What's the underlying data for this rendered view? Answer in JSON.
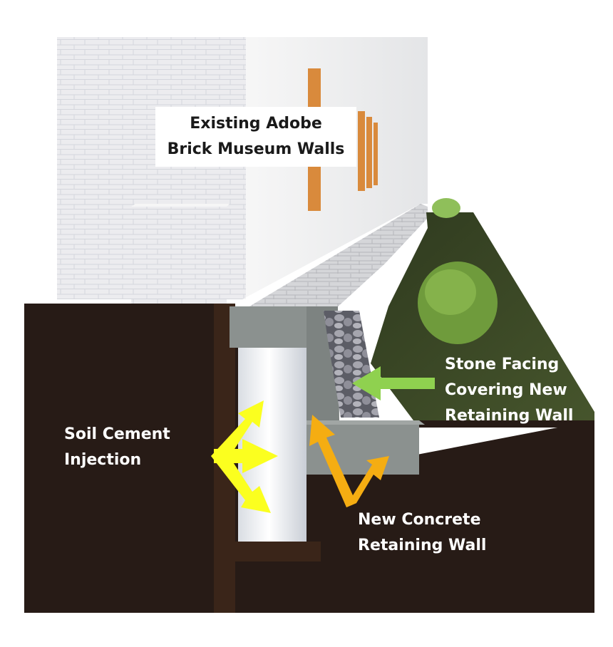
{
  "labels": {
    "adobe_walls": [
      "Existing Adobe",
      "Brick Museum Walls"
    ],
    "soil_cement": [
      "Soil Cement",
      "Injection"
    ],
    "stone_facing": [
      "Stone Facing",
      "Covering New",
      "Retaining Wall"
    ],
    "concrete_wall": [
      "New Concrete",
      "Retaining Wall"
    ]
  },
  "colors": {
    "soil": "#271b16",
    "adobe_wall": "#eeeeee",
    "concrete": "#8b918f",
    "soil_cement_column": "#f4f6f8",
    "stone_facing": "#8c8c96",
    "grass": "#3c4828",
    "shrub": "#6f9b3c",
    "window": "#d98a3c",
    "arrow_yellow": "#fbff1f",
    "arrow_orange": "#f5ad12",
    "arrow_green": "#8fd14f"
  }
}
